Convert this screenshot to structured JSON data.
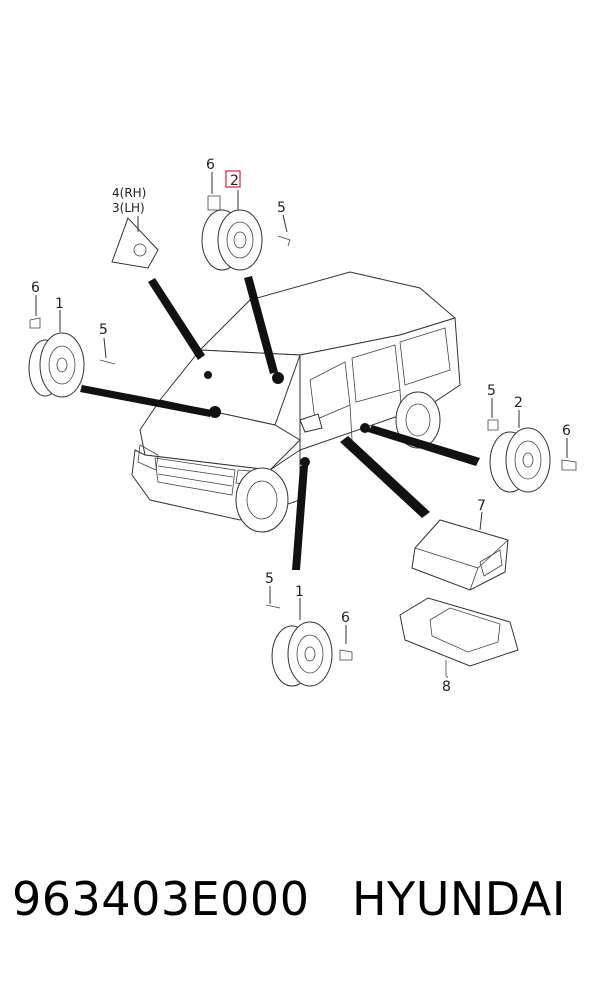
{
  "callouts": {
    "tweeter_rh": "4(RH)",
    "tweeter_lh": "3(LH)",
    "speaker_front_left": "1",
    "speaker_rear_right": "2",
    "speaker_top": "2",
    "speaker_bottom": "1",
    "screw": "5",
    "clip": "6",
    "amplifier": "7",
    "bracket": "8"
  },
  "footer": {
    "part_number": "963403E000",
    "brand": "HYUNDAI"
  },
  "colors": {
    "highlight": "#e0303a",
    "ink": "#222222"
  }
}
